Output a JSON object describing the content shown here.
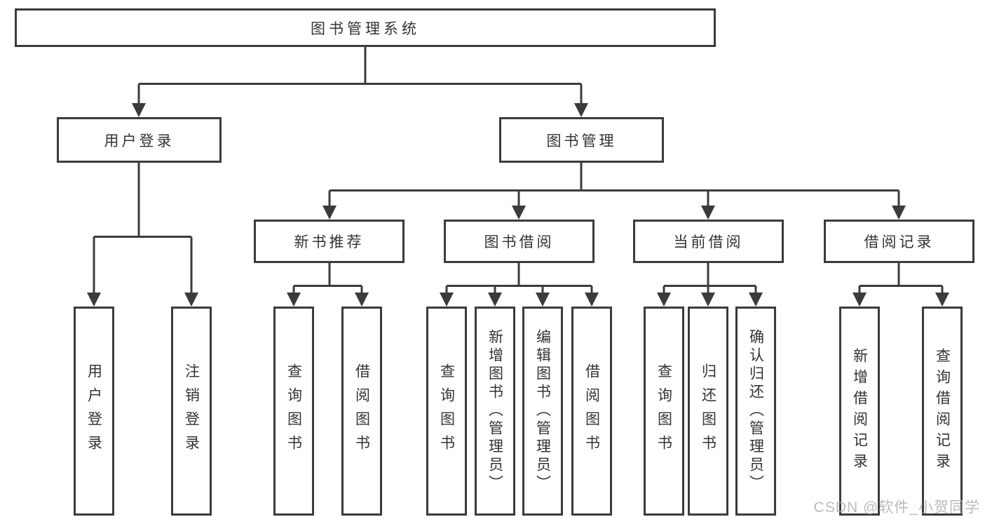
{
  "diagram_title": "图书管理系统",
  "tree": {
    "label": "图书管理系统",
    "children": [
      {
        "label": "用户登录",
        "children": [
          {
            "label": "用户登录"
          },
          {
            "label": "注销登录"
          }
        ]
      },
      {
        "label": "图书管理",
        "children": [
          {
            "label": "新书推荐",
            "children": [
              {
                "label": "查询图书"
              },
              {
                "label": "借阅图书"
              }
            ]
          },
          {
            "label": "图书借阅",
            "children": [
              {
                "label": "查询图书"
              },
              {
                "label": "新增图书（管理员）"
              },
              {
                "label": "编辑图书（管理员）"
              },
              {
                "label": "借阅图书"
              }
            ]
          },
          {
            "label": "当前借阅",
            "children": [
              {
                "label": "查询图书"
              },
              {
                "label": "归还图书"
              },
              {
                "label": "确认归还（管理员）"
              }
            ]
          },
          {
            "label": "借阅记录",
            "children": [
              {
                "label": "新增借阅记录"
              },
              {
                "label": "查询借阅记录"
              }
            ]
          }
        ]
      }
    ]
  },
  "watermark": {
    "text": "CSDN @软件_小贺同学"
  },
  "colors": {
    "line": "#3b3b3b",
    "box_border": "#3b3b3b",
    "text": "#333333",
    "background": "#ffffff",
    "watermark": "#b0b0b0"
  }
}
